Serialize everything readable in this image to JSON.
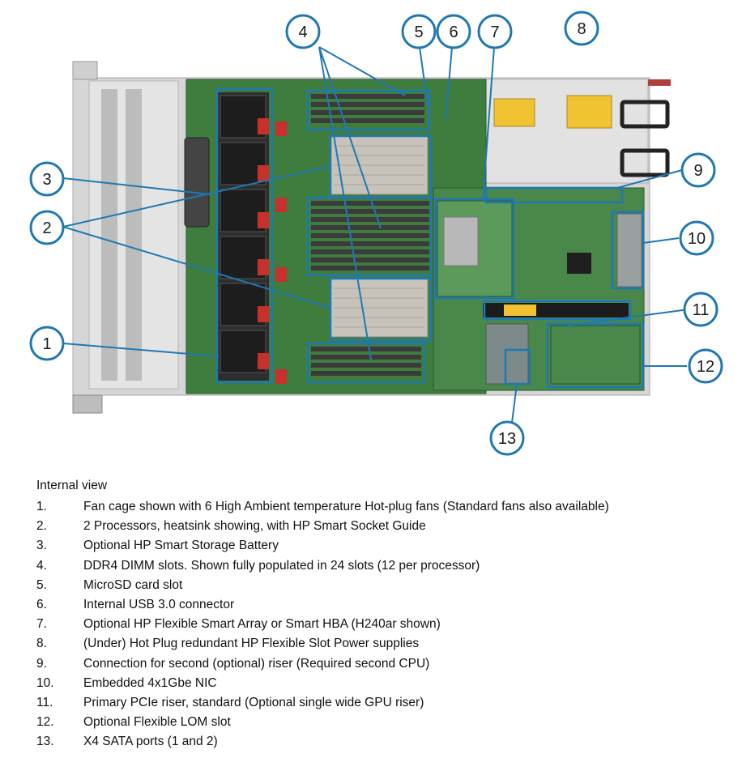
{
  "callouts": [
    "1",
    "2",
    "3",
    "4",
    "5",
    "6",
    "7",
    "8",
    "9",
    "10",
    "11",
    "12",
    "13"
  ],
  "legend": {
    "title": "Internal view",
    "items": [
      {
        "num": "1.",
        "text": "Fan cage shown with 6 High Ambient temperature Hot-plug fans (Standard fans also available)"
      },
      {
        "num": "2.",
        "text": "2 Processors, heatsink showing, with HP Smart Socket Guide"
      },
      {
        "num": "3.",
        "text": "Optional HP Smart Storage Battery"
      },
      {
        "num": "4.",
        "text": "DDR4 DIMM slots. Shown fully populated in 24 slots (12 per processor)"
      },
      {
        "num": "5.",
        "text": "MicroSD card slot"
      },
      {
        "num": "6.",
        "text": "Internal USB 3.0 connector"
      },
      {
        "num": "7.",
        "text": "Optional HP Flexible Smart Array or Smart HBA (H240ar shown)"
      },
      {
        "num": "8.",
        "text": "(Under) Hot Plug redundant HP Flexible Slot Power supplies"
      },
      {
        "num": "9.",
        "text": "Connection for second (optional) riser (Required second CPU)"
      },
      {
        "num": "10.",
        "text": "Embedded 4x1Gbe NIC"
      },
      {
        "num": "11.",
        "text": "Primary PCIe riser, standard (Optional single wide GPU riser)"
      },
      {
        "num": "12.",
        "text": "Optional Flexible LOM slot"
      },
      {
        "num": "13.",
        "text": "X4 SATA ports (1 and 2)"
      }
    ]
  },
  "colors": {
    "callout_blue": "#1f78b4",
    "chassis": "#d9d9d9",
    "board_green": "#3a7a3a",
    "fan_dark": "#2b2b2b",
    "fan_red": "#c8302c",
    "heatsink": "#c7c3bb",
    "dimm": "#3b3b3b"
  }
}
